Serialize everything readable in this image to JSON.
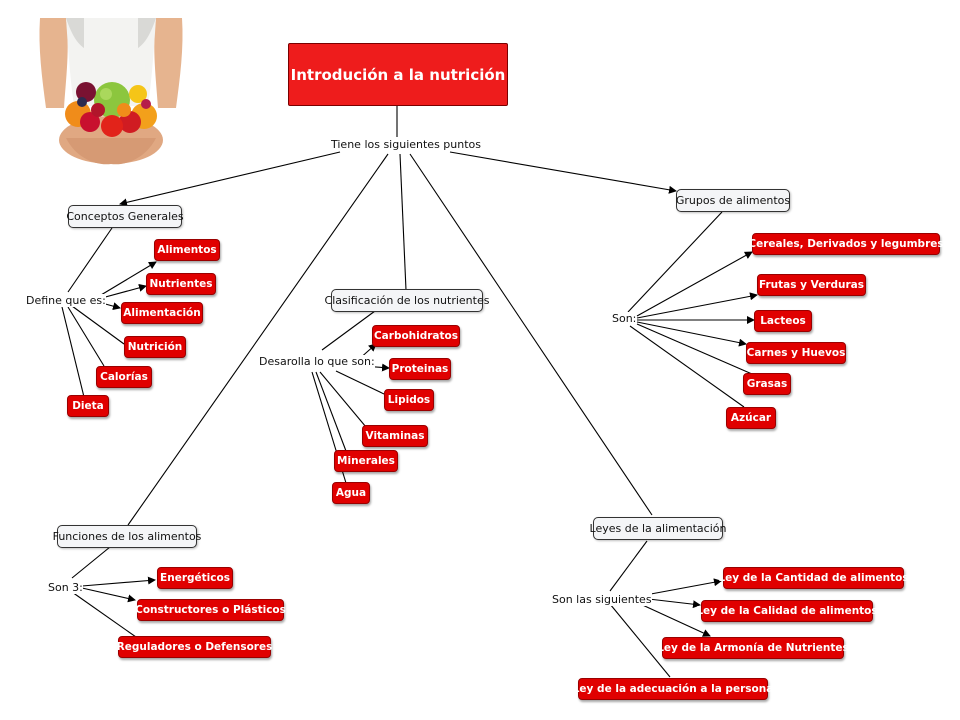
{
  "title": "Introdución a la nutrición",
  "link_main": "Tiene los siguientes puntos",
  "image": {
    "subject": "hands holding fresh fruit"
  },
  "branches": {
    "conceptos": {
      "title": "Conceptos Generales",
      "link": "Define que es:",
      "items": [
        "Alimentos",
        "Nutrientes",
        "Alimentación",
        "Nutrición",
        "Calorías",
        "Dieta"
      ]
    },
    "clasificacion": {
      "title": "Clasificación de los nutrientes",
      "link": "Desarolla lo que son:",
      "items": [
        "Carbohidratos",
        "Proteinas",
        "Lipidos",
        "Vitaminas",
        "Minerales",
        "Agua"
      ]
    },
    "grupos": {
      "title": "Grupos de alimentos",
      "link": "Son:",
      "items": [
        "Cereales, Derivados y legumbres",
        "Frutas y Verduras",
        "Lacteos",
        "Carnes y Huevos",
        "Grasas",
        "Azúcar"
      ]
    },
    "funciones": {
      "title": "Funciones de los alimentos",
      "link": "Son 3:",
      "items": [
        "Energéticos",
        "Constructores o Plásticos",
        "Reguladores o Defensores"
      ]
    },
    "leyes": {
      "title": "Leyes de la alimentación",
      "link": "Son las siguientes",
      "items": [
        "Ley de la Cantidad de alimentos",
        "Ley de la Calidad de alimentos",
        "Ley de la Armonía de Nutrientes",
        "Ley de la adecuación a la persona"
      ]
    }
  },
  "colors": {
    "leaf": "#e00000",
    "root": "#ee1c1c",
    "concept_bg": "#f4f5f7"
  }
}
